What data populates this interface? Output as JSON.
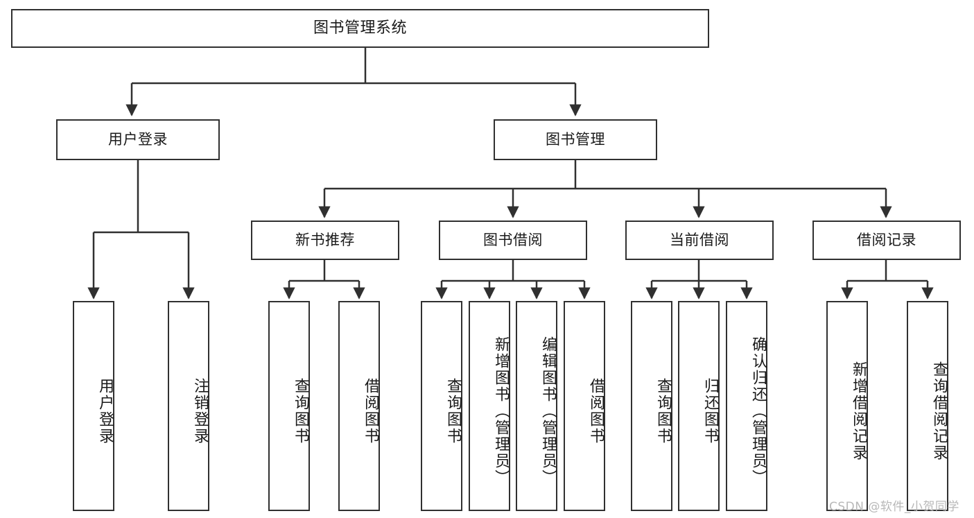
{
  "diagram": {
    "title": "图书管理系统",
    "type": "hierarchy-tree",
    "colors": {
      "node_border": "#303030",
      "node_fill": "#ffffff",
      "edge": "#303030",
      "text": "#1a1a1a",
      "watermark": "#b8b8b8"
    },
    "nodes": {
      "root": {
        "label": "图书管理系统",
        "level": 0,
        "orientation": "horizontal"
      },
      "user_login": {
        "label": "用户登录",
        "level": 1,
        "orientation": "horizontal"
      },
      "book_manage": {
        "label": "图书管理",
        "level": 1,
        "orientation": "horizontal"
      },
      "new_book_rec": {
        "label": "新书推荐",
        "level": 2,
        "orientation": "horizontal"
      },
      "book_borrow": {
        "label": "图书借阅",
        "level": 2,
        "orientation": "horizontal"
      },
      "current_borrow": {
        "label": "当前借阅",
        "level": 2,
        "orientation": "horizontal"
      },
      "borrow_record": {
        "label": "借阅记录",
        "level": 2,
        "orientation": "horizontal"
      },
      "leaf_user_login": {
        "label": "用户登录",
        "level": 2,
        "orientation": "vertical"
      },
      "leaf_logout": {
        "label": "注销登录",
        "level": 2,
        "orientation": "vertical"
      },
      "leaf_query_book_1": {
        "label": "查询图书",
        "level": 3,
        "orientation": "vertical"
      },
      "leaf_borrow_book_1": {
        "label": "借阅图书",
        "level": 3,
        "orientation": "vertical"
      },
      "leaf_query_book_2": {
        "label": "查询图书",
        "level": 3,
        "orientation": "vertical"
      },
      "leaf_add_book": {
        "label": "新增图书（管理员）",
        "level": 3,
        "orientation": "vertical"
      },
      "leaf_edit_book": {
        "label": "编辑图书（管理员）",
        "level": 3,
        "orientation": "vertical"
      },
      "leaf_borrow_book_2": {
        "label": "借阅图书",
        "level": 3,
        "orientation": "vertical"
      },
      "leaf_query_book_3": {
        "label": "查询图书",
        "level": 3,
        "orientation": "vertical"
      },
      "leaf_return_book": {
        "label": "归还图书",
        "level": 3,
        "orientation": "vertical"
      },
      "leaf_confirm_return": {
        "label": "确认归还（管理员）",
        "level": 3,
        "orientation": "vertical"
      },
      "leaf_add_record": {
        "label": "新增借阅记录",
        "level": 3,
        "orientation": "vertical"
      },
      "leaf_query_record": {
        "label": "查询借阅记录",
        "level": 3,
        "orientation": "vertical"
      }
    },
    "watermark": "CSDN @软件_小贺同学"
  }
}
